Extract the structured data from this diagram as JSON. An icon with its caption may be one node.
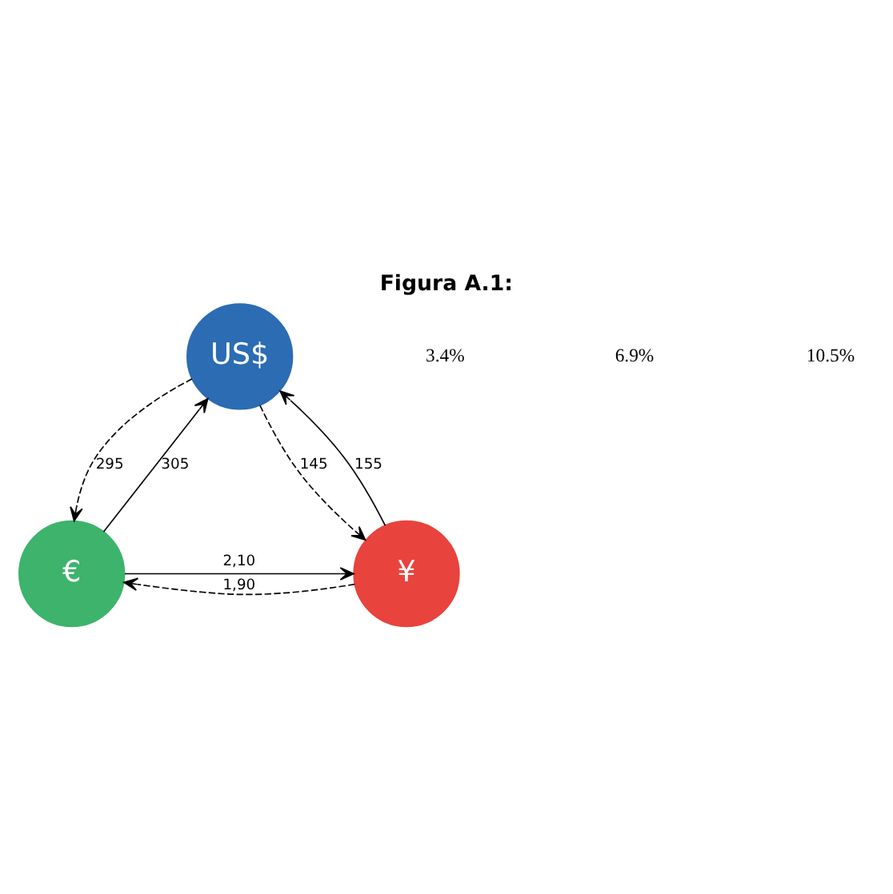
{
  "diagram": {
    "title": "Figura A.1:",
    "nodes": [
      {
        "text": [
          "US$"
        ]
      },
      {
        "text": [
          "€"
        ]
      },
      {
        "text": [
          "¥"
        ]
      }
    ],
    "edges": [
      {
        "from": 1,
        "to": 0,
        "arrow": "to",
        "label": "305"
      },
      {
        "from": 0,
        "to": 1,
        "arrow": "to",
        "label": "295",
        "style": "dashed"
      },
      {
        "from": 2,
        "to": 0,
        "arrow": "to",
        "label": "155"
      },
      {
        "from": 0,
        "to": 2,
        "arrow": "to",
        "label": "145",
        "style": "dashed"
      },
      {
        "from": 1,
        "to": 2,
        "arrow": "to",
        "label": "2,10"
      },
      {
        "from": 2,
        "to": 1,
        "arrow": "to",
        "label": "1,90",
        "style": "dashed"
      }
    ],
    "labels": [
      "3.4%",
      "6.9%",
      "10.5%"
    ]
  }
}
